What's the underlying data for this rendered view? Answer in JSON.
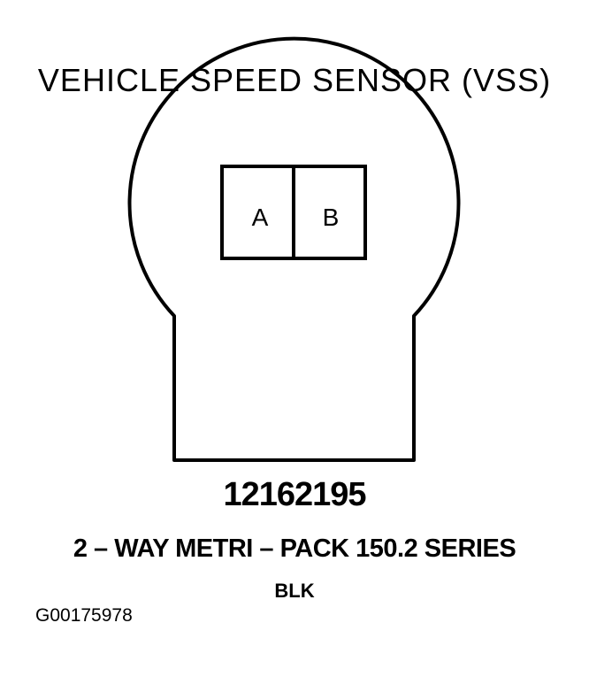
{
  "title": "VEHICLE SPEED SENSOR (VSS)",
  "connector": {
    "terminals": [
      "A",
      "B"
    ],
    "part_number": "12162195",
    "series": "2 – WAY METRI – PACK 150.2 SERIES",
    "color": "BLK"
  },
  "figure_id": "G00175978"
}
